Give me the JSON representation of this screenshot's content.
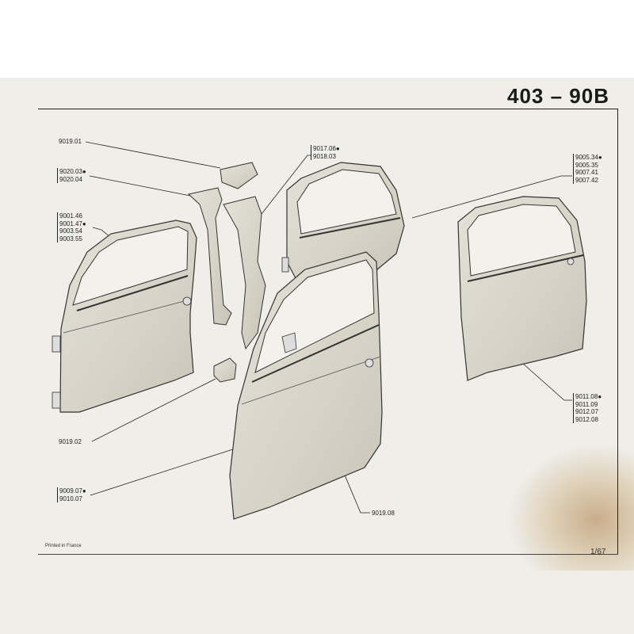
{
  "header": {
    "title": "403 – 90B"
  },
  "footer": {
    "printed": "Printed in France",
    "page": "1/67"
  },
  "callouts": {
    "top_pillar_cap": [
      "9019.01"
    ],
    "b_pillar": [
      "9020.03●",
      "9020.04"
    ],
    "center_pillar": [
      "9017.06●",
      "9018.03"
    ],
    "front_door_frame": [
      "9001.46",
      "9001.47●",
      "9003.54",
      "9003.55"
    ],
    "rear_door_frame": [
      "9005.34●",
      "9005.35",
      "9007.41",
      "9007.42"
    ],
    "lower_bracket": [
      "9019.02"
    ],
    "rear_door_panel": [
      "9011.08●",
      "9011.09",
      "9012.07",
      "9012.08"
    ],
    "front_door_skin": [
      "9009.07●",
      "9010.07"
    ],
    "inner_bracket": [
      "9019.08"
    ]
  }
}
